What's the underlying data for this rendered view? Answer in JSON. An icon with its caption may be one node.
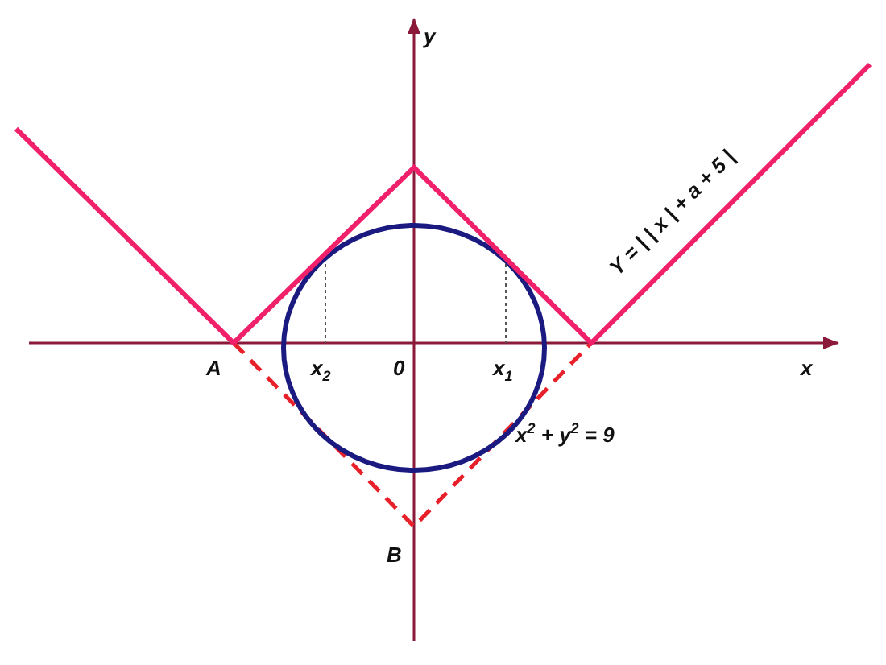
{
  "diagram": {
    "labels": [
      "y",
      "Y = | | x | + a + 5 |",
      "A",
      "x$_{2}$",
      "0",
      "x$_{1}$",
      "x",
      "x$^{2}$ + y$^{2}$ = 9",
      "B"
    ]
  }
}
